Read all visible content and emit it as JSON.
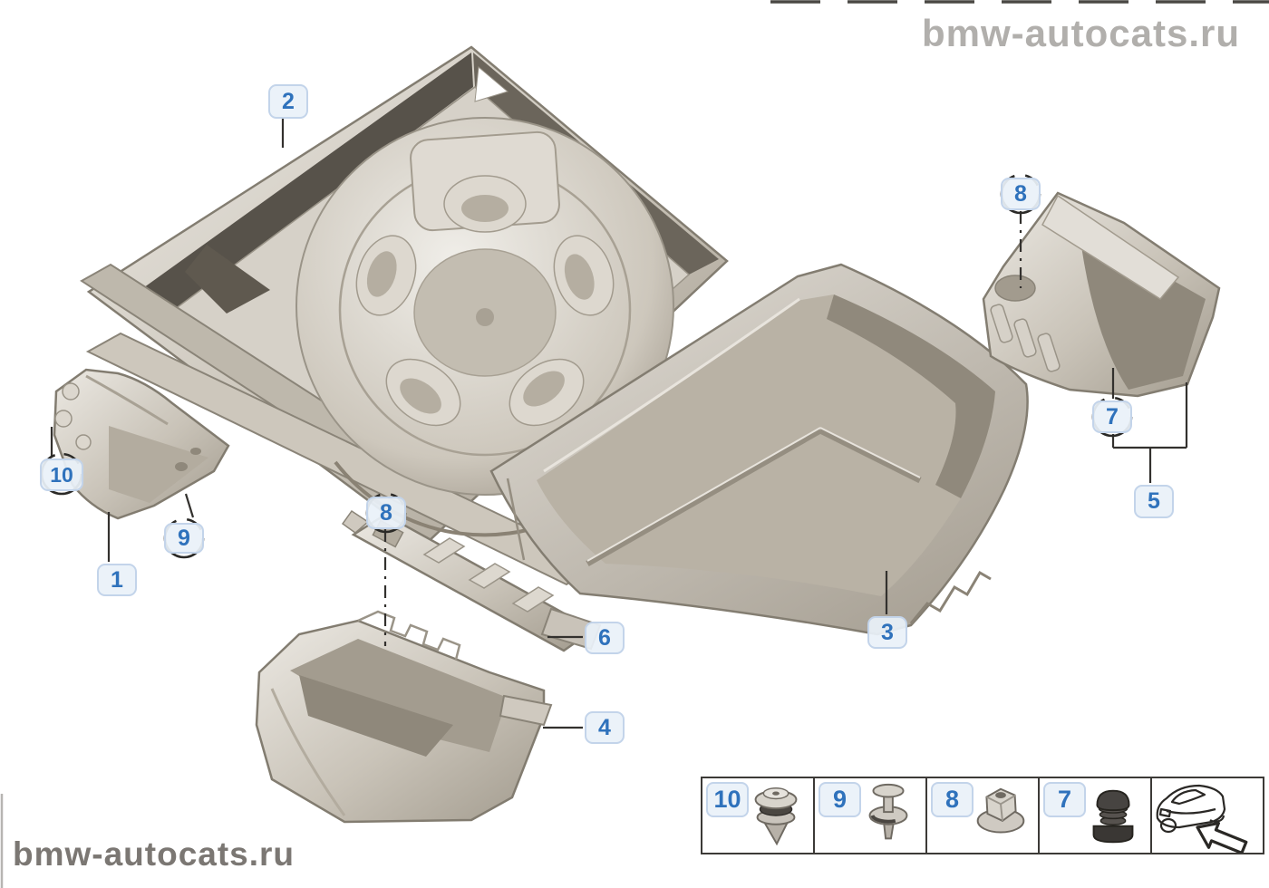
{
  "watermarks": {
    "top_right": "bmw-autocats.ru",
    "bottom_left": "bmw-autocats.ru"
  },
  "callouts": {
    "n1": "1",
    "n2": "2",
    "n3": "3",
    "n4": "4",
    "n5": "5",
    "n6": "6",
    "n7": "7",
    "n8a": "8",
    "n8b": "8",
    "n9": "9",
    "n10": "10"
  },
  "legend": {
    "items": [
      {
        "label": "10",
        "icon": "push-rivet-icon"
      },
      {
        "label": "9",
        "icon": "expanding-rivet-icon"
      },
      {
        "label": "8",
        "icon": "hex-nut-washer-icon"
      },
      {
        "label": "7",
        "icon": "blind-plug-icon"
      }
    ],
    "location_cell": {
      "icon": "car-rear-location-arrow-icon"
    }
  },
  "colors": {
    "callout_text": "#2f72bc",
    "callout_bg": "#eaf1f9",
    "callout_border": "#c3d4ea",
    "leader_line": "#33312e",
    "legend_border": "#3c3a37",
    "watermark_top": "#b1afac",
    "watermark_bottom": "#7b7773",
    "part_light": "#ece9e3",
    "part_mid": "#c6c0b5",
    "part_dark": "#8f887b"
  }
}
